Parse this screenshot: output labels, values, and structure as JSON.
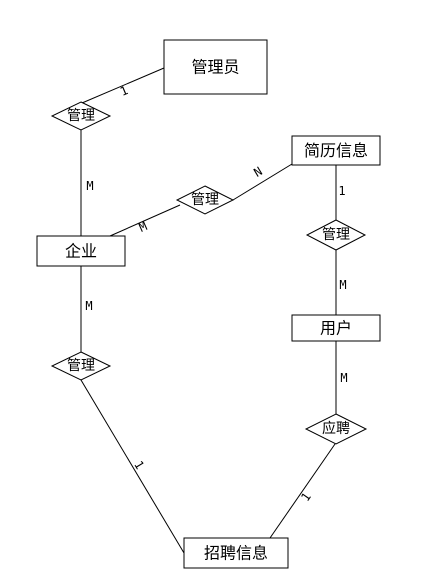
{
  "entities": {
    "admin": "管理员",
    "resume": "简历信息",
    "enterprise": "企业",
    "user": "用户",
    "job_info": "招聘信息"
  },
  "relationships": {
    "admin_manages_enterprise": "管理",
    "enterprise_manages_resume": "管理",
    "user_manages_resume": "管理",
    "enterprise_manages_jobs": "管理",
    "user_applies_jobs": "应聘"
  },
  "cardinalities": {
    "admin_side": "1",
    "enterprise_side_admin": "M",
    "enterprise_side_resume": "M",
    "resume_side_enterprise": "N",
    "resume_side_user": "1",
    "user_side_resume": "M",
    "enterprise_side_jobs": "M",
    "jobs_side_enterprise": "1",
    "user_side_jobs": "M",
    "jobs_side_user": "1"
  },
  "colors": {
    "stroke": "#000000",
    "fill": "#ffffff",
    "text": "#000000"
  }
}
